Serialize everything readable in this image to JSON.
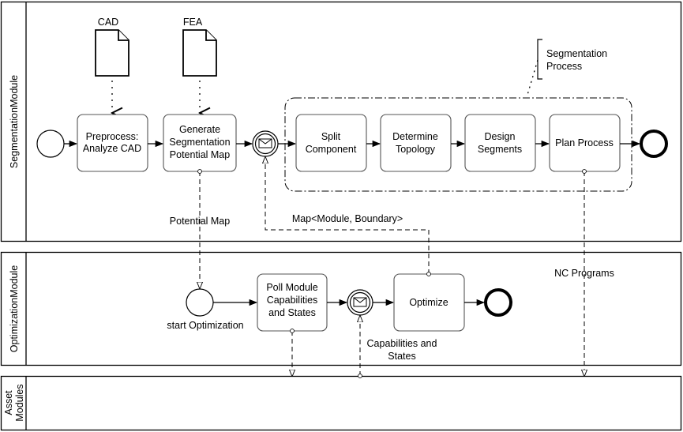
{
  "pools": {
    "segmentation": "SegmentationModule",
    "optimization": "OptimizationModule",
    "asset_line1": "Asset",
    "asset_line2": "Modules"
  },
  "data_objects": {
    "cad": "CAD",
    "fea": "FEA"
  },
  "annotation": {
    "line1": "Segmentation",
    "line2": "Process"
  },
  "tasks": {
    "preprocess": [
      "Preprocess:",
      "Analyze CAD"
    ],
    "generate": [
      "Generate",
      "Segmentation",
      "Potential Map"
    ],
    "split": [
      "Split",
      "Component"
    ],
    "determine": [
      "Determine",
      "Topology"
    ],
    "design": [
      "Design",
      "Segments"
    ],
    "plan": [
      "Plan Process"
    ],
    "poll": [
      "Poll Module",
      "Capabilities",
      "and States"
    ],
    "optimize": [
      "Optimize"
    ]
  },
  "labels": {
    "potential_map": "Potential Map",
    "map_module_boundary": "Map<Module, Boundary>",
    "start_optimization": "start Optimization",
    "nc_programs": "NC Programs",
    "capabilities_1": "Capabilities and",
    "capabilities_2": "States"
  },
  "colors": {
    "stroke": "#000000",
    "task_border": "#555555",
    "background": "#ffffff"
  }
}
